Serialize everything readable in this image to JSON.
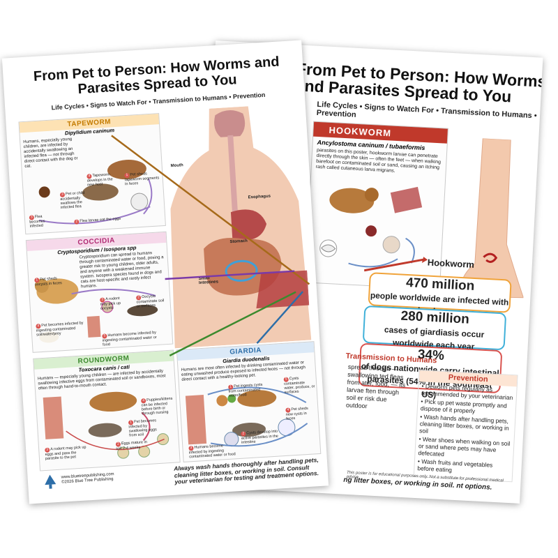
{
  "back": {
    "title": "From Pet to Person: How Worms and Parasites Spread to You",
    "subtitle": "Life Cycles • Signs to Watch For • Transmission to Humans • Prevention",
    "hookworm_panel": {
      "heading": "HOOKWORM",
      "scientific": "Ancylostoma caninum / tubaeformis",
      "text": "parasites on this poster, hookworm larvae can penetrate directly through the skin — often the feet — when walking barefoot on contaminated soil or sand, causing an itching rash called cutaneous larva migrans."
    },
    "foot_label": "Hookworm",
    "stats": [
      {
        "big": "470 million",
        "rest": "people worldwide are infected with hookworm"
      },
      {
        "big": "280 million",
        "rest": "cases of giardiasis occur worldwide each year"
      },
      {
        "big": "34%",
        "rest": "of dogs nationwide carry intestinal parasites (54% in the southeast US)"
      }
    ],
    "transmission_heading": "Transmission to Humans",
    "transmission_text": "spread through — swallowing ted fleas from ater, food, — its larvae ften through soil er risk due outdoor",
    "prevention": {
      "heading": "Prevention",
      "items": [
        "Deworm pets regularly as recommended by your veterinarian",
        "Pick up pet waste promptly and dispose of it properly",
        "Wash hands after handling pets, cleaning litter boxes, or working in soil",
        "Wear shoes when walking on soil or sand where pets may have defecated",
        "Wash fruits and vegetables before eating"
      ]
    },
    "disclaimer": "This poster is for educational purposes only. Not a substitute for professional medical advice.",
    "wash_note": "ng litter boxes, or working in soil. nt options."
  },
  "front": {
    "title": "From Pet to Person: How Worms and Parasites Spread to You",
    "subtitle": "Life Cycles • Signs to Watch For • Transmission to Humans • Prevention",
    "organs": [
      "Mouth",
      "Esophagus",
      "Stomach",
      "Small Intestines"
    ],
    "tapeworm": {
      "heading": "TAPEWORM",
      "scientific": "Dipylidium caninum",
      "text": "Humans, especially young children, are infected by accidentally swallowing an infected flea — not through direct contact with the dog or cat.",
      "steps": [
        "Tapeworm develops in the new host",
        "Pet sheds tapeworm segments in feces",
        "Pet or child accidentally swallows the infected flea",
        "Flea becomes infected",
        "Flea larvae eat the eggs"
      ]
    },
    "coccidia": {
      "heading": "COCCIDIA",
      "scientific": "Cryptosporidium / Isospora spp",
      "text": "Cryptosporidium can spread to humans through contaminated water or food, posing a greater risk to young children, older adults, and anyone with a weakened immune system. Isospora species found in dogs and cats are host-specific and rarely infect humans.",
      "steps": [
        "Pet sheds oocysts in feces",
        "A rodent may pick up oocysts",
        "Oocysts contaminate soil or surfaces",
        "Pet becomes infected by ingesting contaminated soil/water/prey",
        "Humans become infected by ingesting contaminated water or food"
      ]
    },
    "roundworm": {
      "heading": "ROUNDWORM",
      "scientific": "Toxocara canis / cati",
      "text": "Humans — especially young children — are infected by accidentally swallowing infective eggs from contaminated soil or sandboxes, most often through hand-to-mouth contact.",
      "steps": [
        "Puppies/kittens can be infected before birth or through nursing",
        "Pet becomes infected by swallowing eggs from soil",
        "Eggs mature in soil 2-4 weeks",
        "A rodent may pick up eggs and pass the parasite to the pet"
      ]
    },
    "giardia": {
      "heading": "GIARDIA",
      "scientific": "Giardia duodenalis",
      "text": "Humans are most often infected by drinking contaminated water or eating unwashed produce exposed to infected feces — not through direct contact with a healthy-looking pet.",
      "steps": [
        "Pet ingests cysts from contaminated water/food",
        "Cysts contaminate water, produce, or surfaces",
        "Pet sheds new cysts in feces",
        "Cysts develop into active parasites in the intestine",
        "Humans become infected by ingesting contaminated water or food"
      ]
    },
    "wash_note": "Always wash hands thoroughly after handling pets, cleaning litter boxes, or working in soil. Consult your veterinarian for testing and treatment options.",
    "publisher": [
      "www.bluetreepublishing.com",
      "©2026 Blue Tree Publishing"
    ]
  },
  "colors": {
    "tapeworm": "#c47b00",
    "coccidia": "#b02a72",
    "roundworm": "#3c8a2e",
    "giardia": "#2d6ea8",
    "hookworm": "#c0392b",
    "stat_orange": "#f0a33a",
    "stat_blue": "#3fb0d9",
    "stat_red": "#d9534f"
  }
}
